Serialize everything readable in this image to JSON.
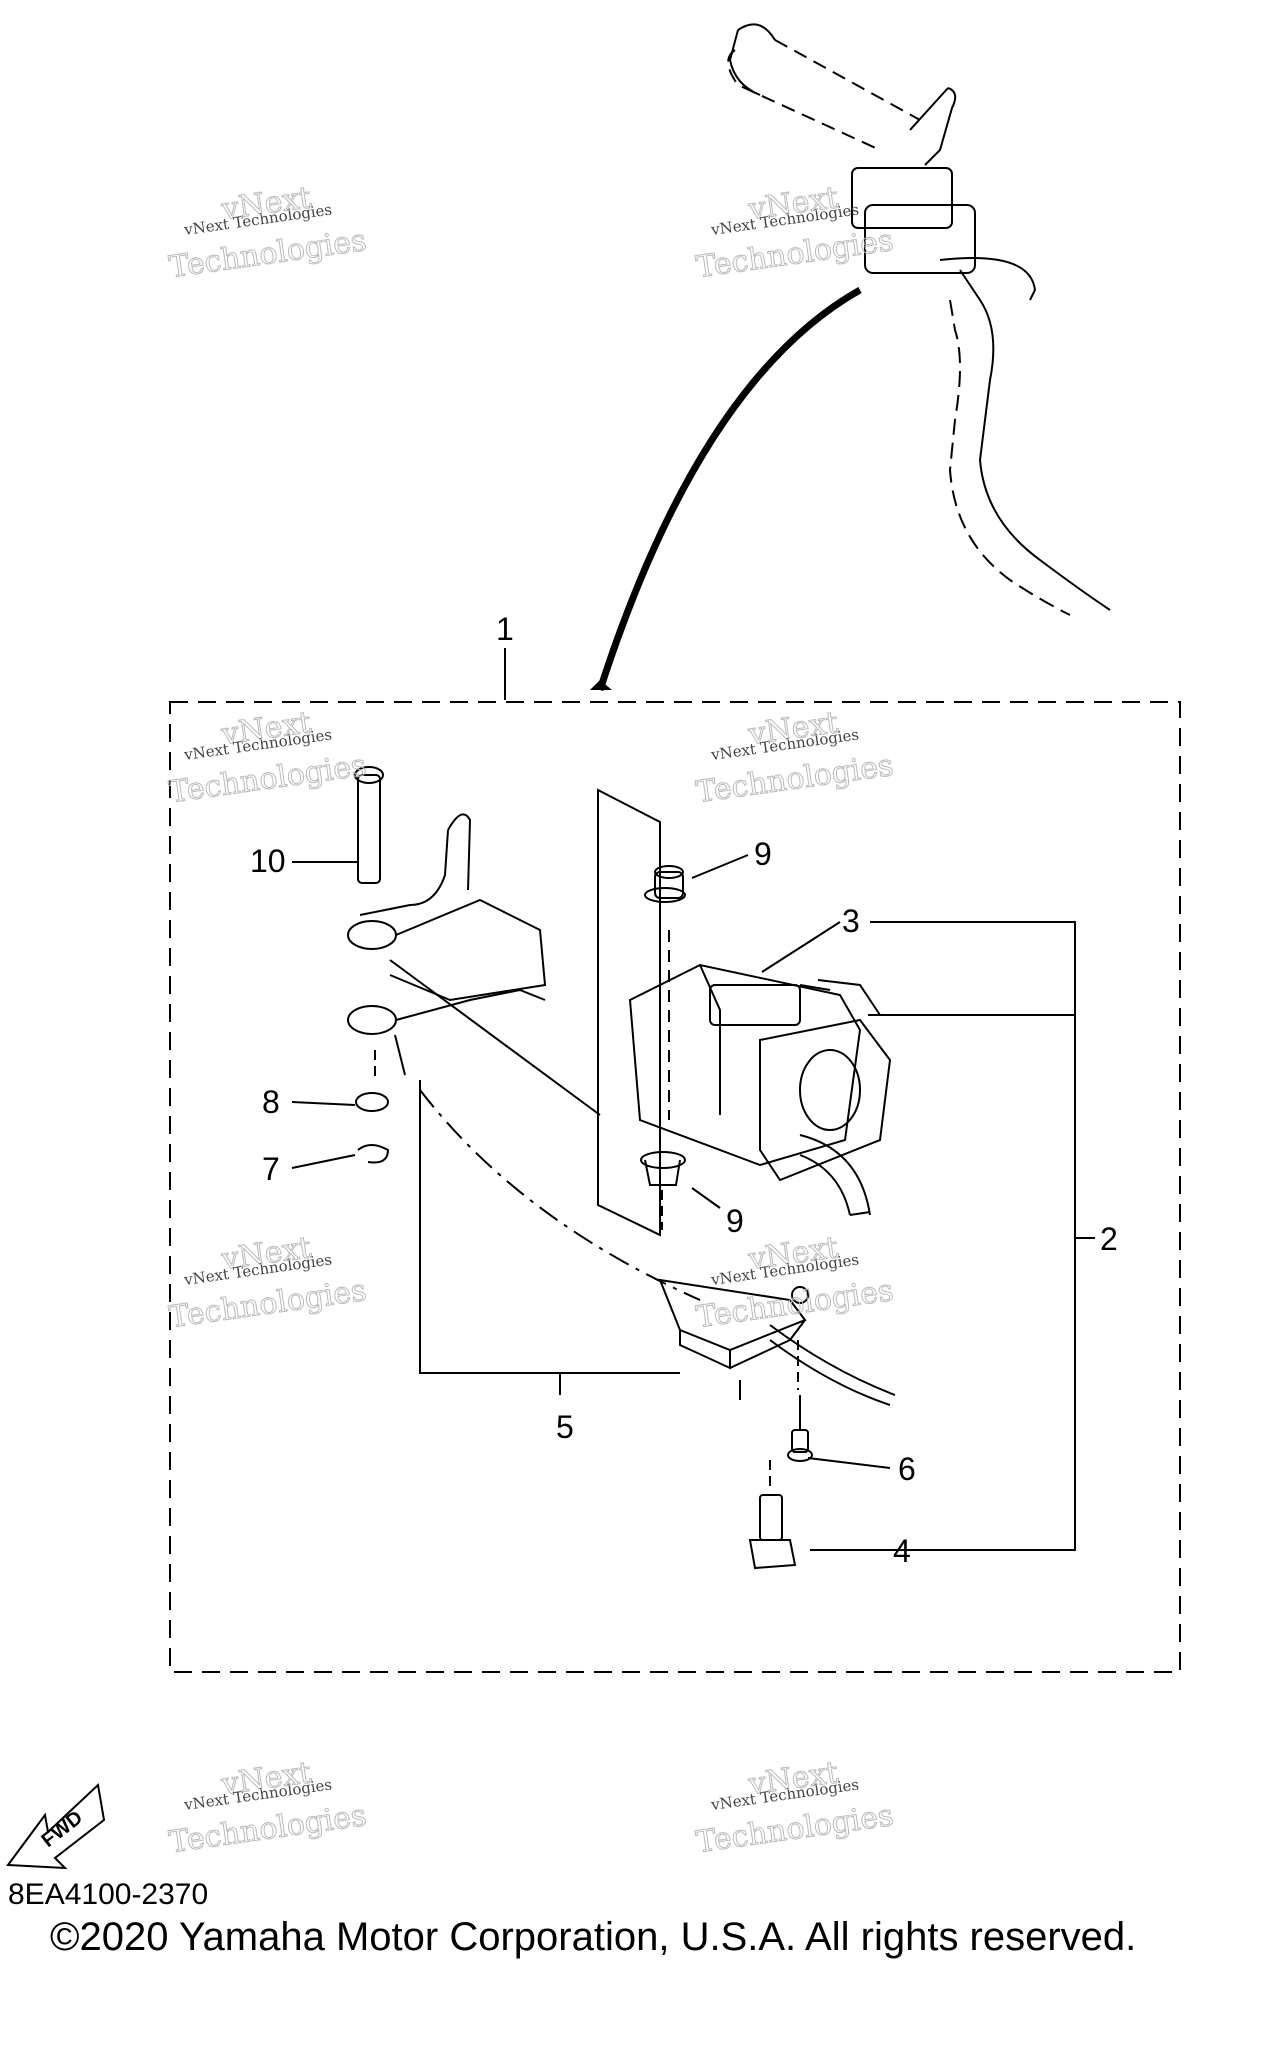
{
  "diagram": {
    "callouts": {
      "c1": "1",
      "c2": "2",
      "c3": "3",
      "c4": "4",
      "c5": "5",
      "c6": "6",
      "c7": "7",
      "c8": "8",
      "c9a": "9",
      "c9b": "9",
      "c10": "10"
    },
    "fwd_label": "FWD"
  },
  "watermark": {
    "line1": "vNext Technologies",
    "line2": "vNext",
    "line3": "Technologies"
  },
  "footer": {
    "part_id": "8EA4100-2370",
    "copyright": "©2020 Yamaha Motor Corporation, U.S.A. All rights reserved."
  },
  "colors": {
    "line": "#000000",
    "background": "#ffffff",
    "watermark": "#bbbbbb"
  }
}
